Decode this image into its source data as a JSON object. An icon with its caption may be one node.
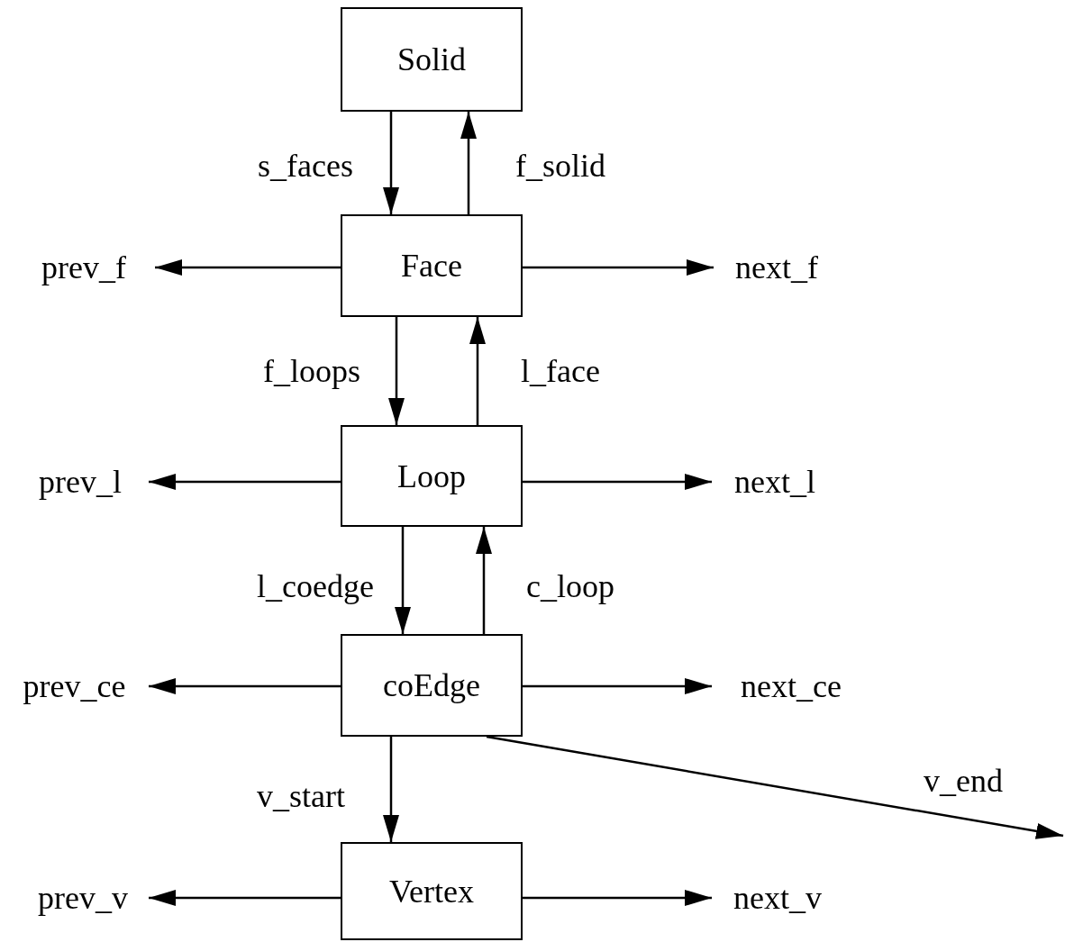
{
  "diagram": {
    "nodes": [
      {
        "text": [
          "Solid"
        ]
      },
      {
        "text": [
          "prev_f"
        ]
      },
      {
        "text": [
          "Face"
        ]
      },
      {
        "text": [
          "next_f"
        ]
      },
      {
        "text": [
          "prev_l"
        ]
      },
      {
        "text": [
          "Loop"
        ]
      },
      {
        "text": [
          "next_l"
        ]
      },
      {
        "text": [
          "prev_ce"
        ]
      },
      {
        "text": [
          "coEdge"
        ]
      },
      {
        "text": [
          "next_ce"
        ]
      },
      {
        "text": [
          "prev_v"
        ]
      },
      {
        "text": [
          "Vertex"
        ]
      },
      {
        "text": [
          "next_v"
        ]
      }
    ],
    "edges": [
      {
        "from": 0,
        "to": 2,
        "arrow": "to",
        "label": "s_faces"
      },
      {
        "from": 2,
        "to": 0,
        "arrow": "to",
        "label": "f_solid"
      },
      {
        "from": 2,
        "to": 1,
        "arrow": "to"
      },
      {
        "from": 2,
        "to": 3,
        "arrow": "to"
      },
      {
        "from": 2,
        "to": 5,
        "arrow": "to",
        "label": "f_loops"
      },
      {
        "from": 5,
        "to": 2,
        "arrow": "to",
        "label": "l_face"
      },
      {
        "from": 5,
        "to": 4,
        "arrow": "to"
      },
      {
        "from": 5,
        "to": 6,
        "arrow": "to"
      },
      {
        "from": 5,
        "to": 8,
        "arrow": "to",
        "label": "l_coedge"
      },
      {
        "from": 8,
        "to": 5,
        "arrow": "to",
        "label": "c_loop"
      },
      {
        "from": 8,
        "to": 7,
        "arrow": "to"
      },
      {
        "from": 8,
        "to": 9,
        "arrow": "to"
      },
      {
        "from": 8,
        "to": 11,
        "arrow": "to",
        "label": "v_start"
      },
      {
        "from": 8,
        "to": null,
        "arrow": "to",
        "label": "v_end"
      },
      {
        "from": 11,
        "to": 10,
        "arrow": "to"
      },
      {
        "from": 11,
        "to": 12,
        "arrow": "to"
      }
    ]
  }
}
